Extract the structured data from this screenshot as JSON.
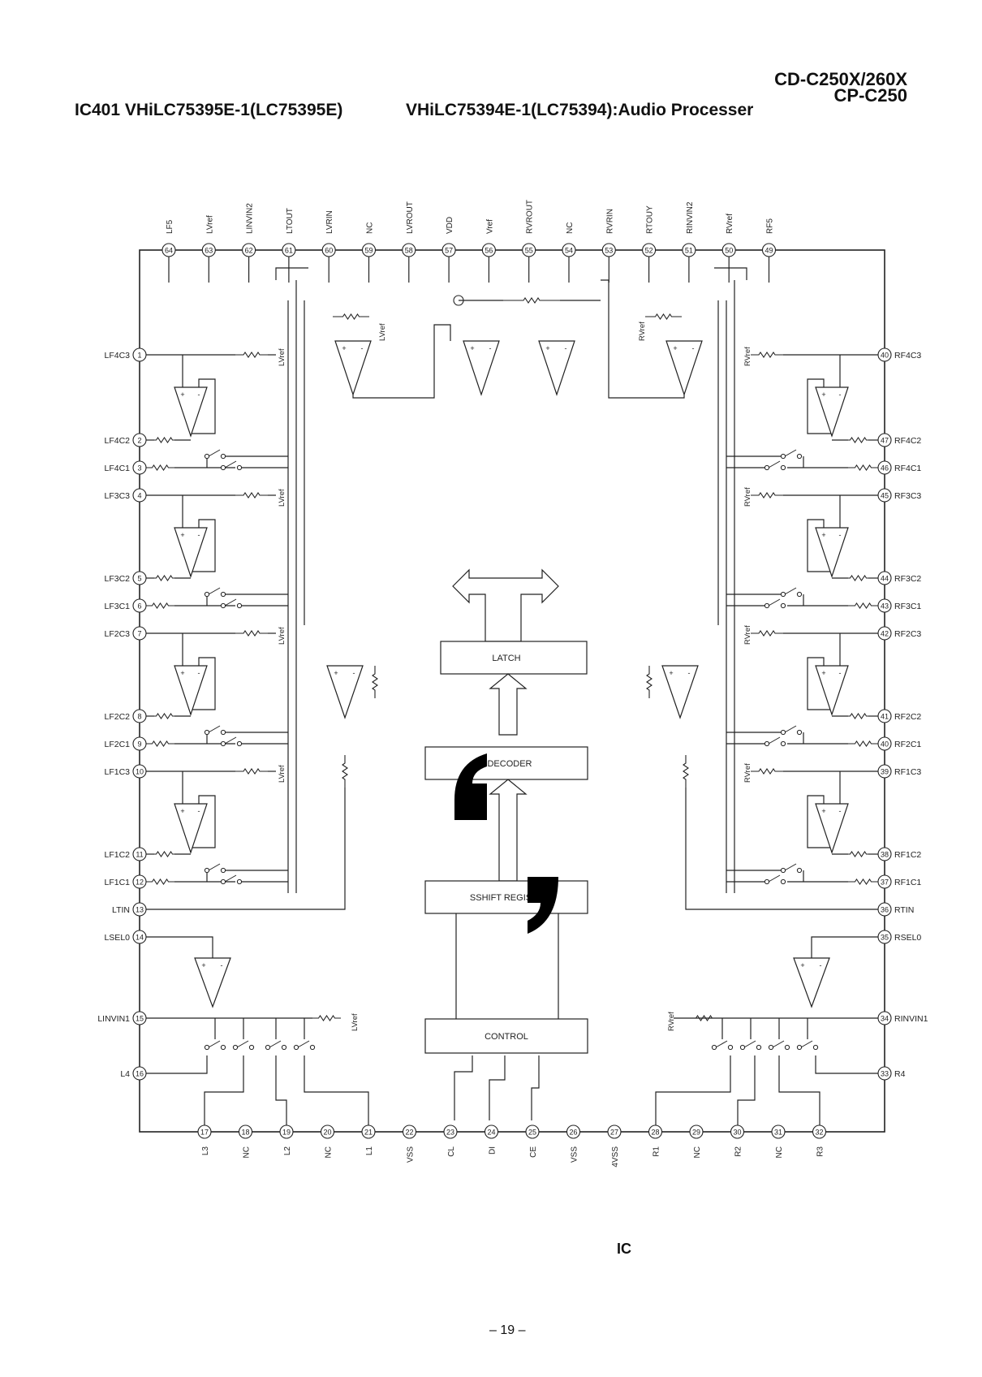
{
  "header": {
    "model_lines": [
      "CD-C250X/260X",
      "CP-C250"
    ],
    "title_left": "IC401 VHiLC75395E-1(LC75395E)",
    "title_right": "VHiLC75394E-1(LC75394):Audio Processer"
  },
  "pins_top": [
    {
      "num": "64",
      "name": "LF5"
    },
    {
      "num": "63",
      "name": "LVref"
    },
    {
      "num": "62",
      "name": "LINVIN2"
    },
    {
      "num": "61",
      "name": "LTOUT"
    },
    {
      "num": "60",
      "name": "LVRIN"
    },
    {
      "num": "59",
      "name": "NC"
    },
    {
      "num": "58",
      "name": "LVROUT"
    },
    {
      "num": "57",
      "name": "VDD"
    },
    {
      "num": "56",
      "name": "Vref"
    },
    {
      "num": "55",
      "name": "RVROUT"
    },
    {
      "num": "54",
      "name": "NC"
    },
    {
      "num": "53",
      "name": "RVRIN"
    },
    {
      "num": "52",
      "name": "RTOUY"
    },
    {
      "num": "51",
      "name": "RINVIN2"
    },
    {
      "num": "50",
      "name": "RVref"
    },
    {
      "num": "49",
      "name": "RF5"
    }
  ],
  "pins_left": [
    {
      "num": "1",
      "name": "LF4C3"
    },
    {
      "num": "2",
      "name": "LF4C2"
    },
    {
      "num": "3",
      "name": "LF4C1"
    },
    {
      "num": "4",
      "name": "LF3C3"
    },
    {
      "num": "5",
      "name": "LF3C2"
    },
    {
      "num": "6",
      "name": "LF3C1"
    },
    {
      "num": "7",
      "name": "LF2C3"
    },
    {
      "num": "8",
      "name": "LF2C2"
    },
    {
      "num": "9",
      "name": "LF2C1"
    },
    {
      "num": "10",
      "name": "LF1C3"
    },
    {
      "num": "11",
      "name": "LF1C2"
    },
    {
      "num": "12",
      "name": "LF1C1"
    },
    {
      "num": "13",
      "name": "LTIN"
    },
    {
      "num": "14",
      "name": "LSEL0"
    },
    {
      "num": "15",
      "name": "LINVIN1"
    },
    {
      "num": "16",
      "name": "L4"
    }
  ],
  "pins_right": [
    {
      "num": "40",
      "name": "RF4C3"
    },
    {
      "num": "47",
      "name": "RF4C2"
    },
    {
      "num": "46",
      "name": "RF4C1"
    },
    {
      "num": "45",
      "name": "RF3C3"
    },
    {
      "num": "44",
      "name": "RF3C2"
    },
    {
      "num": "43",
      "name": "RF3C1"
    },
    {
      "num": "42",
      "name": "RF2C3"
    },
    {
      "num": "41",
      "name": "RF2C2"
    },
    {
      "num": "40",
      "name": "RF2C1"
    },
    {
      "num": "39",
      "name": "RF1C3"
    },
    {
      "num": "38",
      "name": "RF1C2"
    },
    {
      "num": "37",
      "name": "RF1C1"
    },
    {
      "num": "36",
      "name": "RTIN"
    },
    {
      "num": "35",
      "name": "RSEL0"
    },
    {
      "num": "34",
      "name": "RINVIN1"
    },
    {
      "num": "33",
      "name": "R4"
    }
  ],
  "pins_bottom": [
    {
      "num": "17",
      "name": "L3"
    },
    {
      "num": "18",
      "name": "NC"
    },
    {
      "num": "19",
      "name": "L2"
    },
    {
      "num": "20",
      "name": "NC"
    },
    {
      "num": "21",
      "name": "L1"
    },
    {
      "num": "22",
      "name": "VSS"
    },
    {
      "num": "23",
      "name": "CL"
    },
    {
      "num": "24",
      "name": "DI"
    },
    {
      "num": "25",
      "name": "CE"
    },
    {
      "num": "26",
      "name": "VSS"
    },
    {
      "num": "27",
      "name": "4VSS"
    },
    {
      "num": "28",
      "name": "R1"
    },
    {
      "num": "29",
      "name": "NC"
    },
    {
      "num": "30",
      "name": "R2"
    },
    {
      "num": "31",
      "name": "NC"
    },
    {
      "num": "32",
      "name": "R3"
    }
  ],
  "blocks": {
    "latch": "LATCH",
    "decoder": "DECODER",
    "shift_register": "SSHIFT REGISTER",
    "control": "CONTROL"
  },
  "ref_labels": {
    "left": "LVref",
    "right": "RVref"
  },
  "footer": {
    "ic_label": "IC",
    "page_number": "– 19 –"
  }
}
